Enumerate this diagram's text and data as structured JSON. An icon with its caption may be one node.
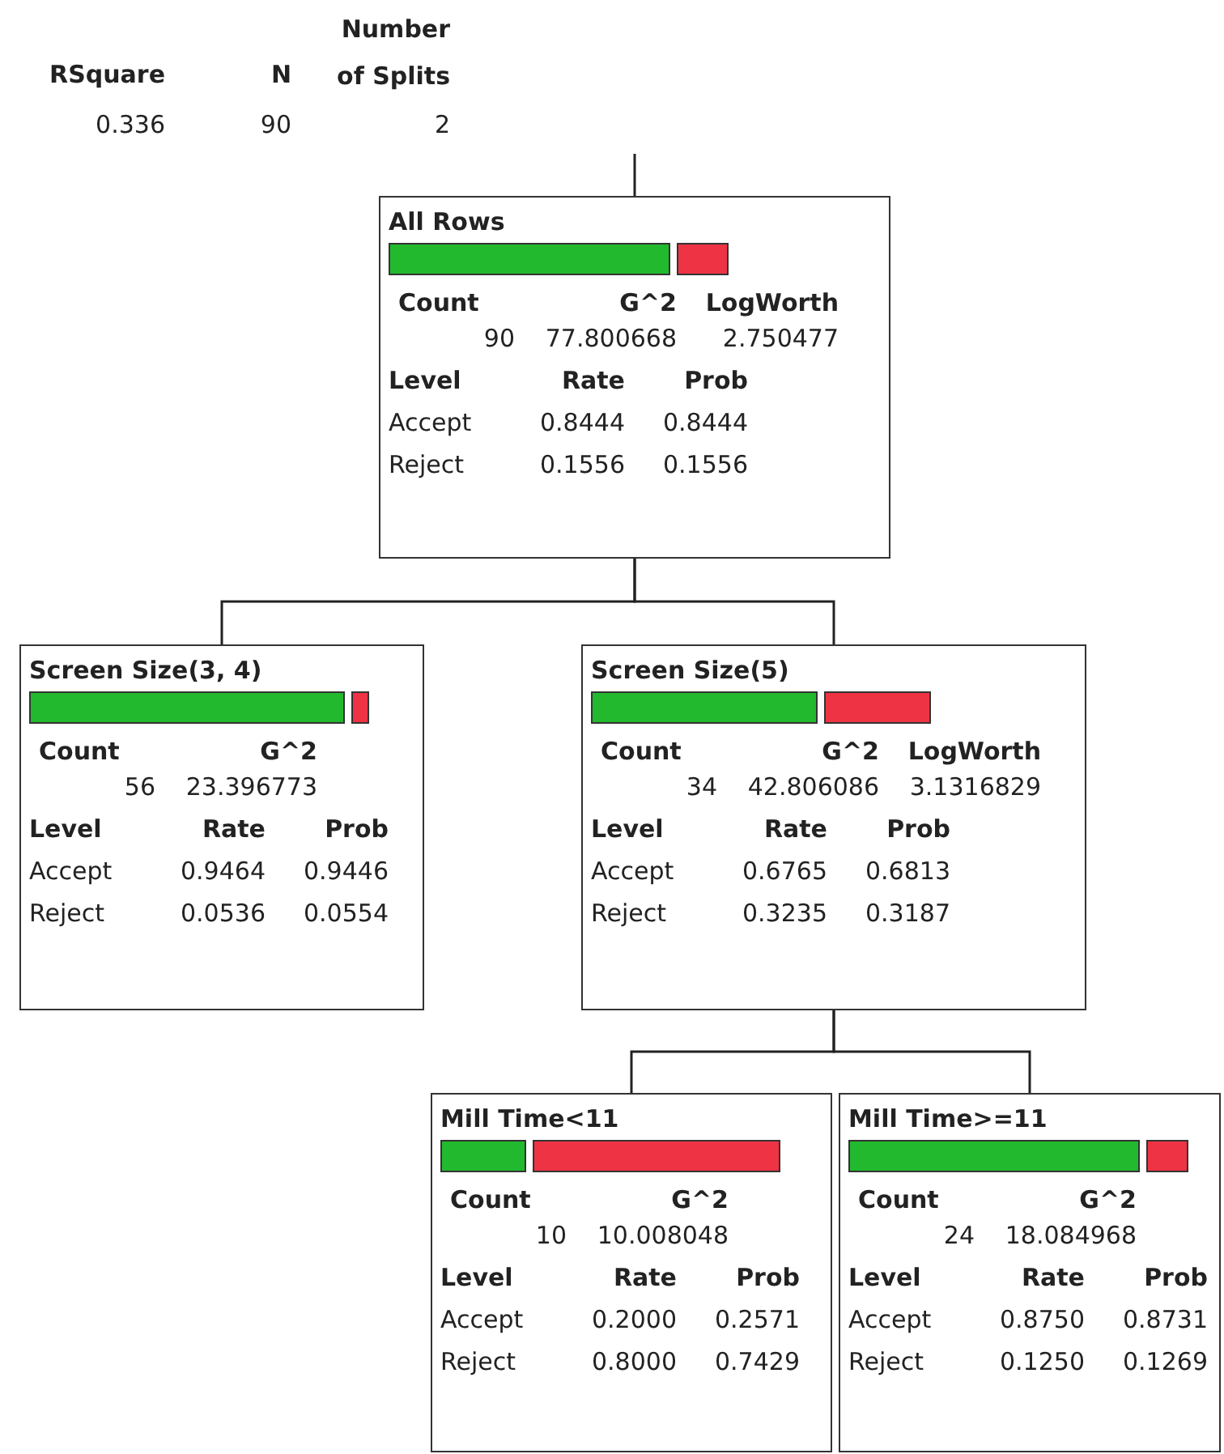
{
  "diagram": {
    "nodes": [
      {
        "text": [
          "All Rows",
          "Count",
          "G^2",
          "LogWorth",
          "90",
          "77.800668",
          "2.750477",
          "Level",
          "Rate",
          "Prob",
          "Accept",
          "0.8444",
          "0.8444",
          "Reject",
          "0.1556",
          "0.1556"
        ]
      },
      {
        "text": [
          "Screen Size(3, 4)",
          "Count",
          "G^2",
          "56",
          "23.396773",
          "Level",
          "Rate",
          "Prob",
          "Accept",
          "0.9464",
          "0.9446",
          "Reject",
          "0.0536",
          "0.0554"
        ]
      },
      {
        "text": [
          "Screen Size(5)",
          "Count",
          "G^2",
          "LogWorth",
          "34",
          "42.806086",
          "3.1316829",
          "Level",
          "Rate",
          "Prob",
          "Accept",
          "0.6765",
          "0.6813",
          "Reject",
          "0.3235",
          "0.3187"
        ]
      },
      {
        "text": [
          "Mill Time<11",
          "Count",
          "G^2",
          "10",
          "10.008048",
          "Level",
          "Rate",
          "Prob",
          "Accept",
          "0.2000",
          "0.2571",
          "Reject",
          "0.8000",
          "0.7429"
        ]
      },
      {
        "text": [
          "Mill Time>=11",
          "Count",
          "G^2",
          "24",
          "18.084968",
          "Level",
          "Rate",
          "Prob",
          "Accept",
          "0.8750",
          "0.8731",
          "Reject",
          "0.1250",
          "0.1269"
        ]
      }
    ],
    "edges": [
      {
        "from": null,
        "to": 0,
        "arrow": "none"
      },
      {
        "from": 0,
        "to": 1,
        "arrow": "none"
      },
      {
        "from": 0,
        "to": 2,
        "arrow": "none"
      },
      {
        "from": 2,
        "to": 3,
        "arrow": "none"
      },
      {
        "from": 2,
        "to": 4,
        "arrow": "none"
      }
    ],
    "labels": [
      "RSquare",
      "N",
      "Number of Splits",
      "0.336",
      "90",
      "2"
    ]
  }
}
